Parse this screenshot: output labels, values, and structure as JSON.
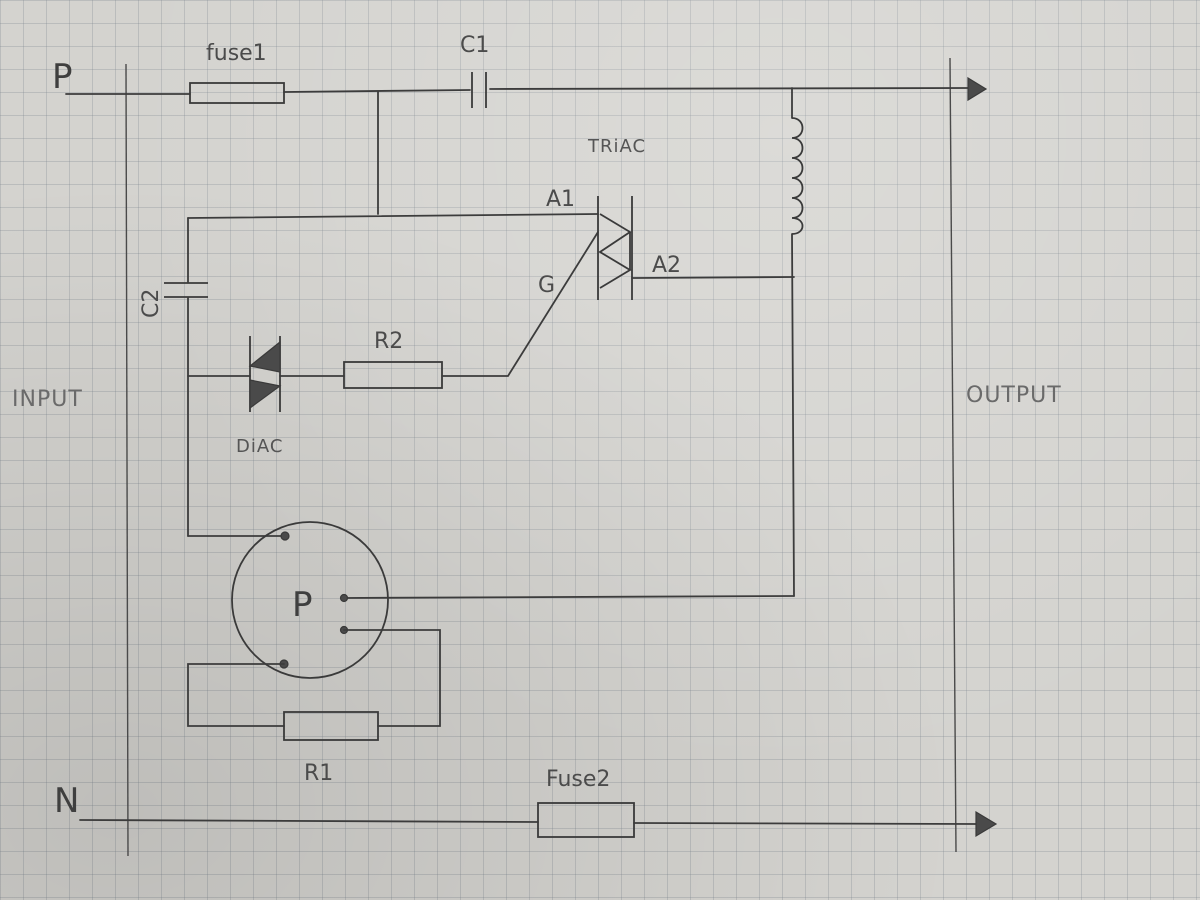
{
  "labels": {
    "p": "P",
    "n": "N",
    "fuse1": "fuse1",
    "fuse2": "Fuse2",
    "c1": "C1",
    "c2": "C2",
    "triac": "TRiAC",
    "a1": "A1",
    "a2": "A2",
    "g": "G",
    "r1": "R1",
    "r2": "R2",
    "diac": "DiAC",
    "input": "INPUT",
    "output": "OUTPUT",
    "motor": "P"
  }
}
